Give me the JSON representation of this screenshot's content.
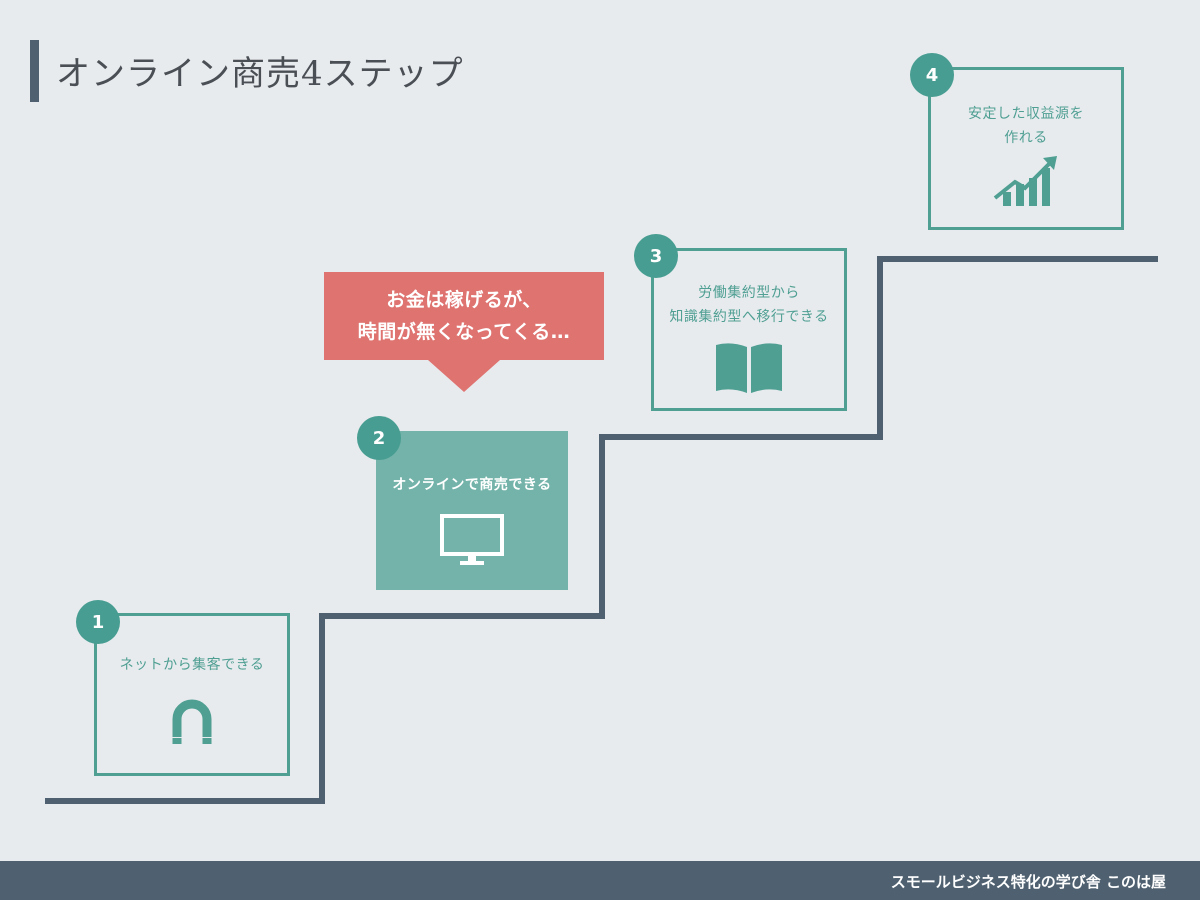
{
  "title": "オンライン商売4ステップ",
  "callout": {
    "line1": "お金は稼げるが、",
    "line2": "時間が無くなってくる…"
  },
  "steps": [
    {
      "number": "1",
      "lines": [
        "ネットから集客できる"
      ],
      "icon": "magnet-icon"
    },
    {
      "number": "2",
      "lines": [
        "オンラインで商売できる"
      ],
      "icon": "monitor-icon"
    },
    {
      "number": "3",
      "lines": [
        "労働集約型から",
        "知識集約型へ移行できる"
      ],
      "icon": "book-icon"
    },
    {
      "number": "4",
      "lines": [
        "安定した収益源を",
        "作れる"
      ],
      "icon": "growth-chart-icon"
    }
  ],
  "footer": {
    "text": "スモールビジネス特化の学び舎 このは屋"
  },
  "colors": {
    "accent": "#4f9f93",
    "badge": "#479d91",
    "filled_box": "#73b3aa",
    "callout": "#de7370",
    "stair_line": "#4f6170",
    "background": "#e8ebee"
  }
}
